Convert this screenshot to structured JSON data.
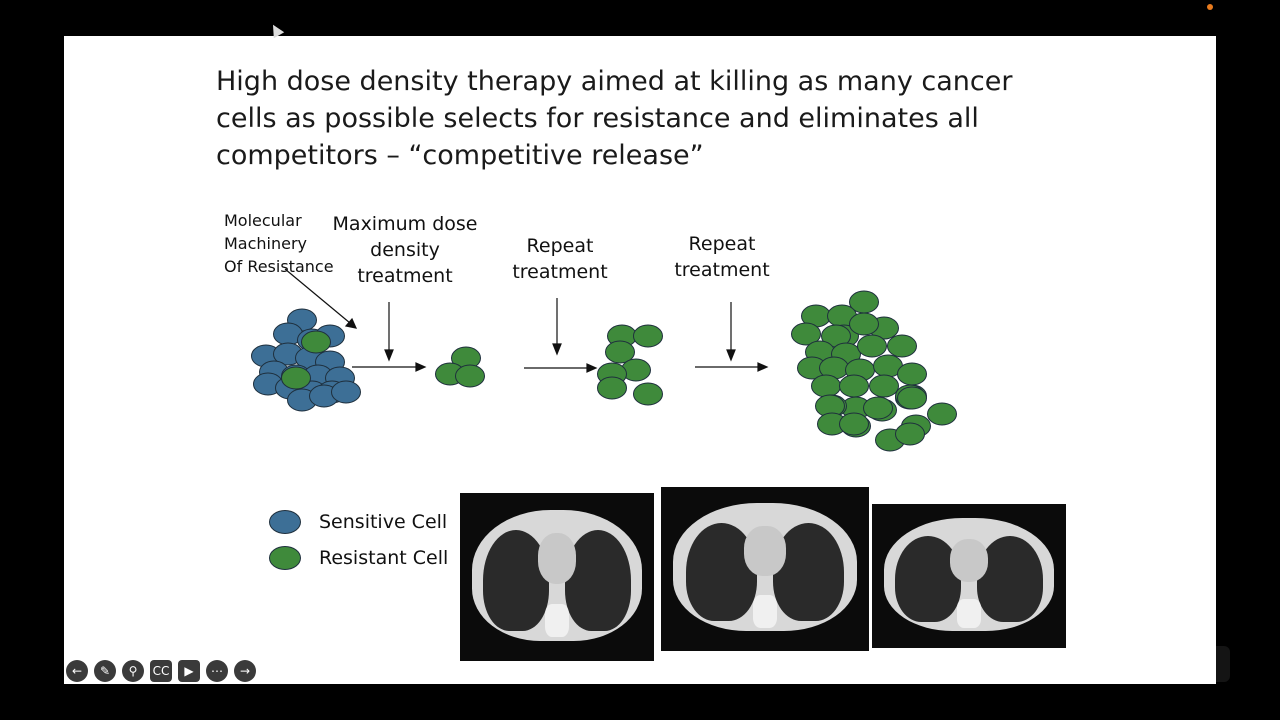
{
  "slide": {
    "title": "High dose density therapy aimed at killing as many cancer cells as possible selects for resistance and eliminates all competitors – “competitive release”",
    "labels": {
      "machinery": "Molecular\nMachinery\nOf Resistance",
      "step1": "Maximum dose\ndensity\ntreatment",
      "step2": "Repeat\ntreatment",
      "step3": "Repeat\ntreatment"
    },
    "legend": [
      {
        "label": "Sensitive Cell",
        "color": "#3d6f96"
      },
      {
        "label": "Resistant Cell",
        "color": "#3f8a3b"
      }
    ],
    "colors": {
      "sensitive": "#3d6f96",
      "resistant": "#3f8a3b",
      "outline": "#1e2f3d"
    },
    "scans": [
      {
        "name": "ct-scan-1"
      },
      {
        "name": "ct-scan-2"
      },
      {
        "name": "ct-scan-3"
      }
    ]
  },
  "toolbar": {
    "icons": [
      "arrow-left-icon",
      "pen-icon",
      "magnify-icon",
      "closed-caption-icon",
      "video-icon",
      "more-icon",
      "arrow-right-icon"
    ],
    "cc_label": "CC"
  }
}
